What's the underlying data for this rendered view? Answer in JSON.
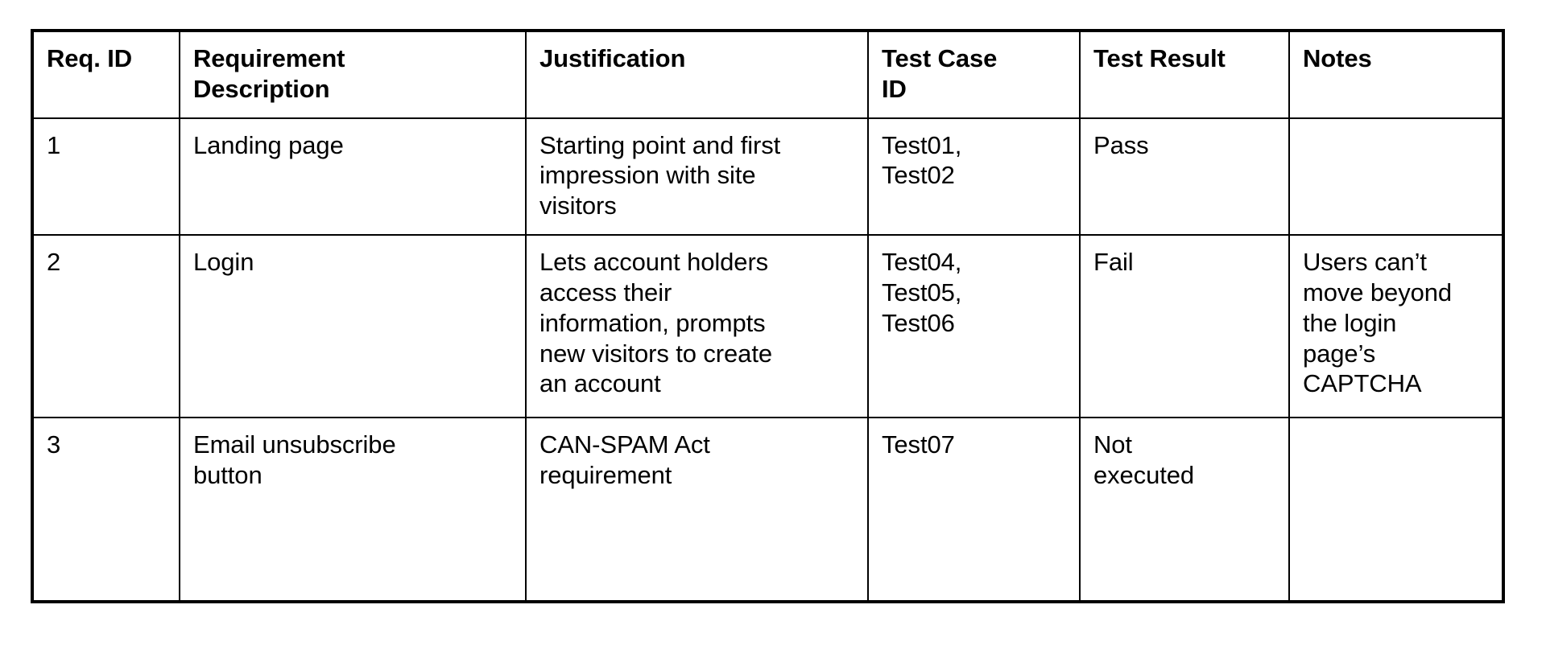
{
  "document": {
    "type": "requirements-traceability-table",
    "background_color": "#ffffff",
    "text_color": "#000000",
    "border_color": "#000000"
  },
  "table": {
    "columns": [
      {
        "key": "req_id",
        "header": "Req. ID"
      },
      {
        "key": "desc",
        "header": "Requirement\nDescription"
      },
      {
        "key": "just",
        "header": "Justification"
      },
      {
        "key": "tcid",
        "header": "Test Case\nID"
      },
      {
        "key": "result",
        "header": "Test Result"
      },
      {
        "key": "notes",
        "header": "Notes"
      }
    ],
    "rows": [
      {
        "req_id": "1",
        "desc": "Landing page",
        "just": "Starting point and first\nimpression with site\nvisitors",
        "tcid": "Test01,\nTest02",
        "result": "Pass",
        "notes": ""
      },
      {
        "req_id": "2",
        "desc": "Login",
        "just": "Lets account holders\naccess their\ninformation, prompts\nnew visitors to create\nan account",
        "tcid": "Test04,\nTest05,\nTest06",
        "result": "Fail",
        "notes": "Users can’t\nmove beyond\nthe login\npage’s\nCAPTCHA"
      },
      {
        "req_id": "3",
        "desc": "Email unsubscribe\nbutton",
        "just": "CAN-SPAM Act\nrequirement",
        "tcid": "Test07",
        "result": "Not\nexecuted",
        "notes": ""
      }
    ]
  }
}
